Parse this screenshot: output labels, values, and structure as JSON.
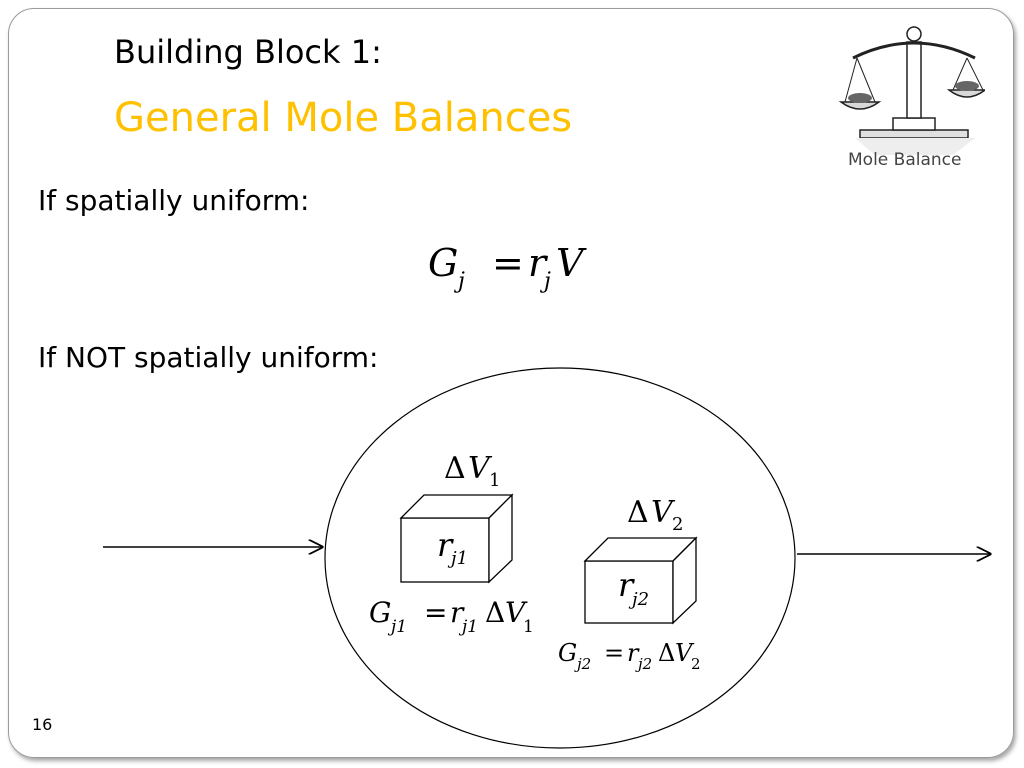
{
  "slide": {
    "heading": "Building Block 1:",
    "title": "General Mole Balances",
    "title_color": "#ffc000",
    "page_number": "16"
  },
  "bullets": [
    "If spatially uniform:",
    "If NOT spatially uniform:"
  ],
  "logo": {
    "caption": "Mole Balance",
    "icon": "balance-scale-icon"
  },
  "equations": {
    "main": {
      "lhs": "G",
      "lhs_sub": "j",
      "eq": "=",
      "r": "r",
      "r_sub": "j",
      "v": "V"
    },
    "vol1": {
      "delta": "Δ",
      "v": "V",
      "sub": "1"
    },
    "vol2": {
      "delta": "Δ",
      "v": "V",
      "sub": "2"
    },
    "box1": {
      "r": "r",
      "sub": "j1"
    },
    "box2": {
      "r": "r",
      "sub": "j2"
    },
    "gen1": {
      "g": "G",
      "g_sub": "j1",
      "eq": "=",
      "r": "r",
      "r_sub": "j1",
      "delta": "Δ",
      "v": "V",
      "v_sub": "1"
    },
    "gen2": {
      "g": "G",
      "g_sub": "j2",
      "eq": "=",
      "r": "r",
      "r_sub": "j2",
      "delta": "Δ",
      "v": "V",
      "v_sub": "2"
    }
  }
}
